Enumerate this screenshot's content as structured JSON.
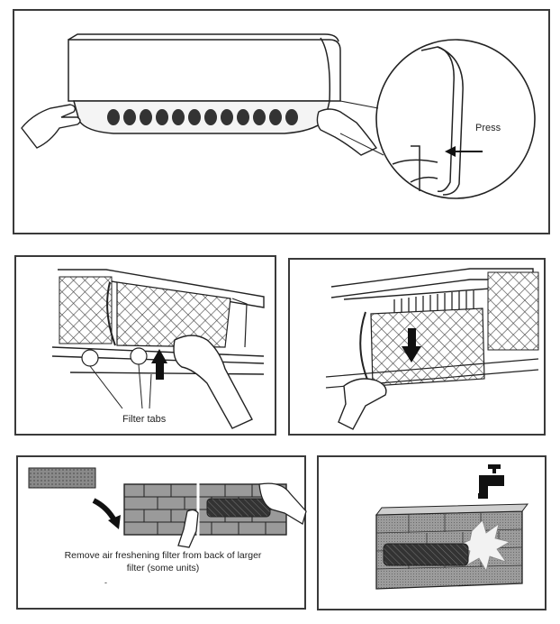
{
  "panel_top": {
    "press_label": "Press"
  },
  "panel_mid_left": {
    "filter_tabs_label": "Filter tabs"
  },
  "panel_bottom_left": {
    "caption_line1": "Remove air freshening filter from back of larger",
    "caption_line2": "filter (some units)",
    "dash": "-"
  },
  "colors": {
    "line": "#222222",
    "frame": "#3a3a3a",
    "mesh": "#d9d9d9"
  }
}
